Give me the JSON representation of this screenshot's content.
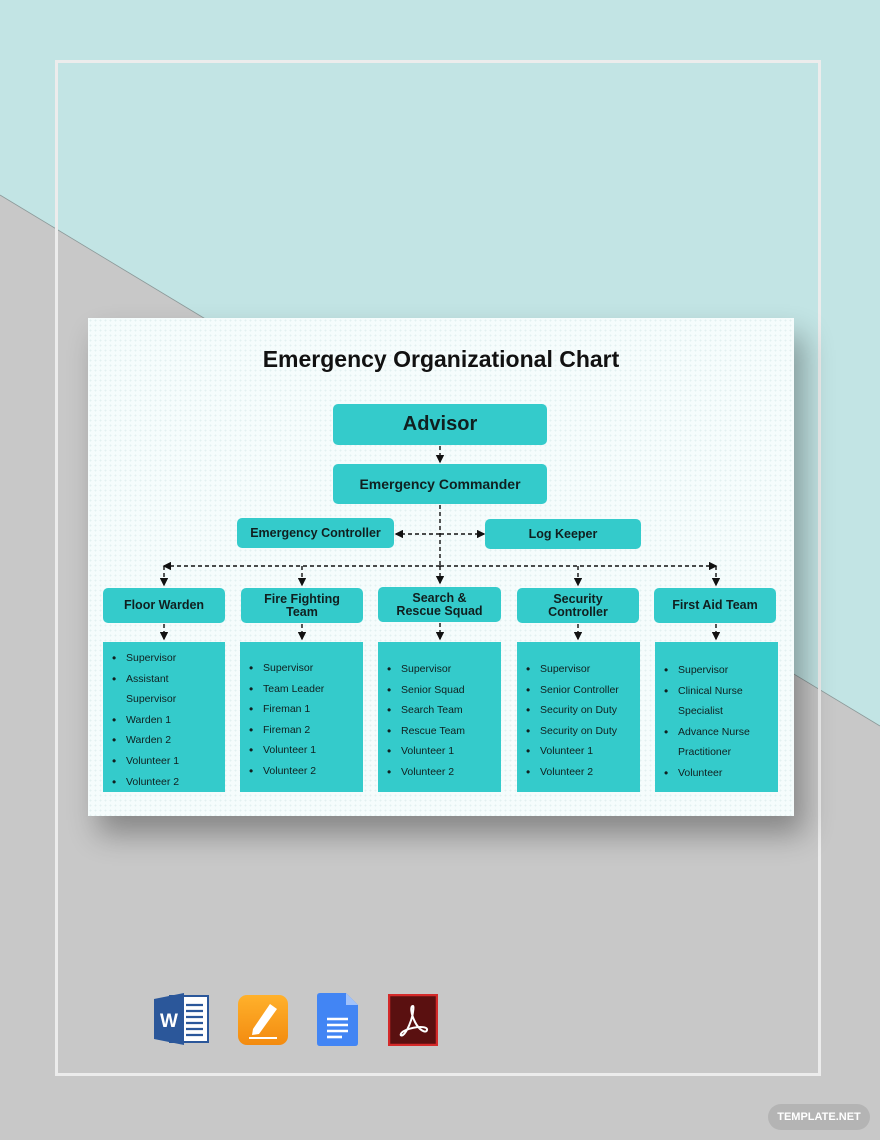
{
  "chart": {
    "title": "Emergency Organizational Chart",
    "advisor": "Advisor",
    "commander": "Emergency Commander",
    "controller": "Emergency Controller",
    "log_keeper": "Log Keeper",
    "teams": [
      {
        "name_lines": [
          "Floor Warden"
        ],
        "items": [
          "Supervisor",
          "Assistant",
          "Supervisor",
          "Warden 1",
          "Warden 2",
          "Volunteer 1",
          "Volunteer 2"
        ]
      },
      {
        "name_lines": [
          "Fire Fighting",
          "Team"
        ],
        "items": [
          "Supervisor",
          "Team Leader",
          "Fireman 1",
          "Fireman 2",
          "Volunteer 1",
          "Volunteer 2"
        ]
      },
      {
        "name_lines": [
          "Search &",
          "Rescue Squad"
        ],
        "items": [
          "Supervisor",
          "Senior Squad",
          "Search Team",
          "Rescue Team",
          "Volunteer 1",
          "Volunteer 2"
        ]
      },
      {
        "name_lines": [
          "Security",
          "Controller"
        ],
        "items": [
          "Supervisor",
          "Senior Controller",
          "Security on Duty",
          "Security on Duty",
          "Volunteer 1",
          "Volunteer 2"
        ]
      },
      {
        "name_lines": [
          "First Aid Team"
        ],
        "items": [
          "Supervisor",
          "Clinical Nurse",
          "Specialist",
          "Advance Nurse",
          "Practitioner",
          "Volunteer"
        ]
      }
    ]
  },
  "file_formats": [
    {
      "name": "word-icon",
      "letter": "W"
    },
    {
      "name": "pages-icon"
    },
    {
      "name": "google-docs-icon"
    },
    {
      "name": "pdf-icon"
    }
  ],
  "badge": "TEMPLATE.NET",
  "colors": {
    "accent": "#34cbcb",
    "top_bg": "#c2e4e4",
    "bottom_bg": "#c8c8c8"
  }
}
